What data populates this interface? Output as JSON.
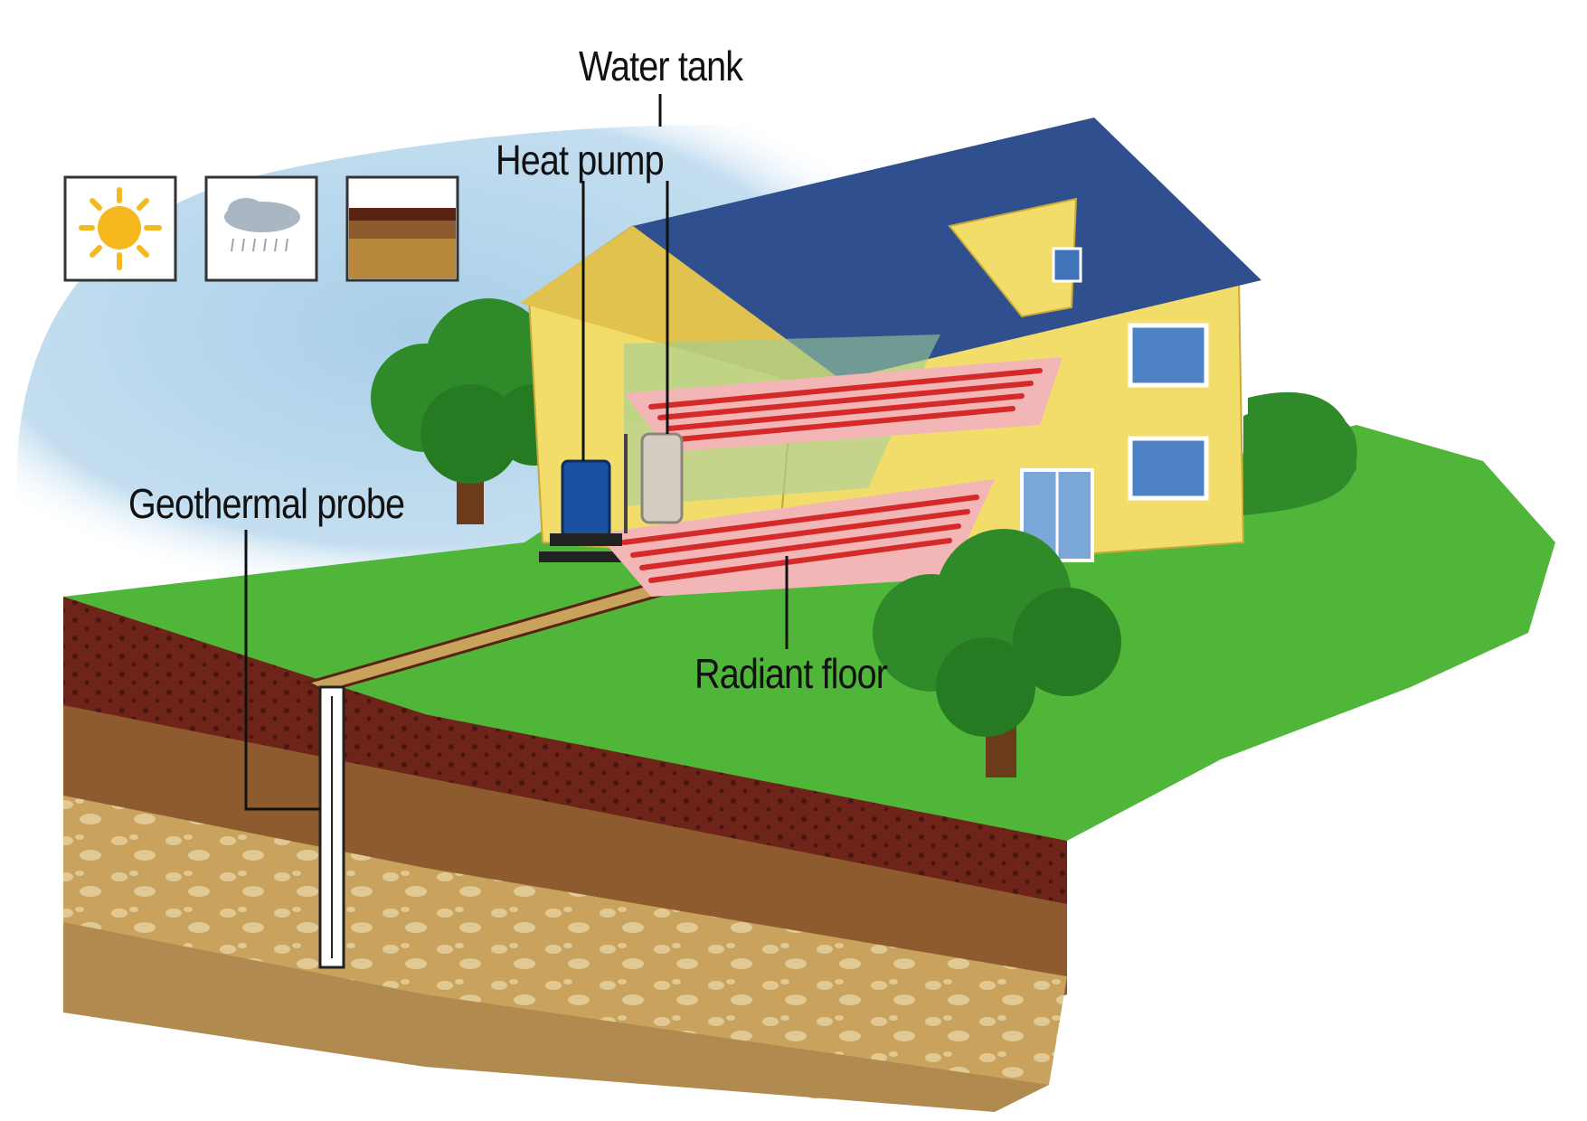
{
  "labels": {
    "water_tank": "Water tank",
    "heat_pump": "Heat pump",
    "geothermal_probe": "Geothermal probe",
    "radiant_floor": "Radiant floor"
  },
  "icons": [
    "sun-icon",
    "rain-cloud-icon",
    "soil-layers-icon"
  ],
  "colors": {
    "sky": "#a9cfe8",
    "grass": "#4fb63a",
    "roof": "#2f4f8f",
    "wall": "#f3dd6a",
    "floor": "#f2b6b6",
    "pipe": "#d42a2a",
    "soil_dark": "#6e2418",
    "soil_mid": "#8e5b2e",
    "soil_light": "#c9a35e"
  }
}
